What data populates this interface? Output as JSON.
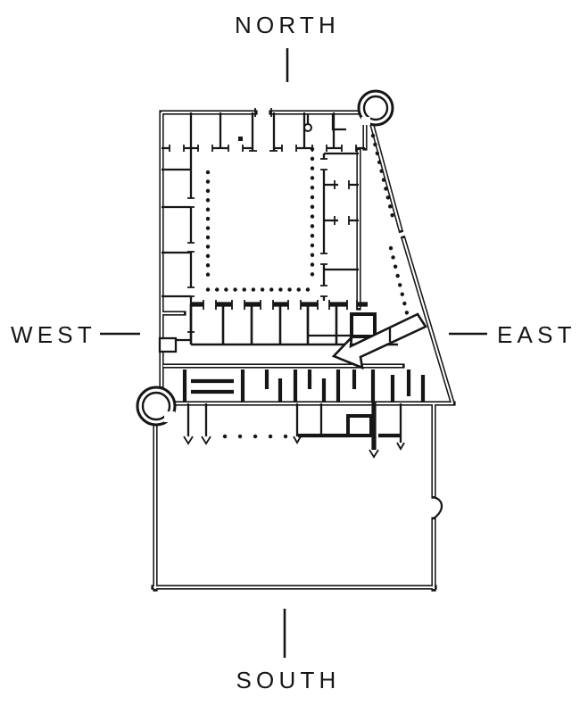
{
  "figure": {
    "type": "floor-plan",
    "ink_color": "#161616",
    "background_color": "#ffffff"
  },
  "compass": {
    "north_label": "NORTH",
    "south_label": "SOUTH",
    "east_label": "EAST",
    "west_label": "WEST"
  }
}
